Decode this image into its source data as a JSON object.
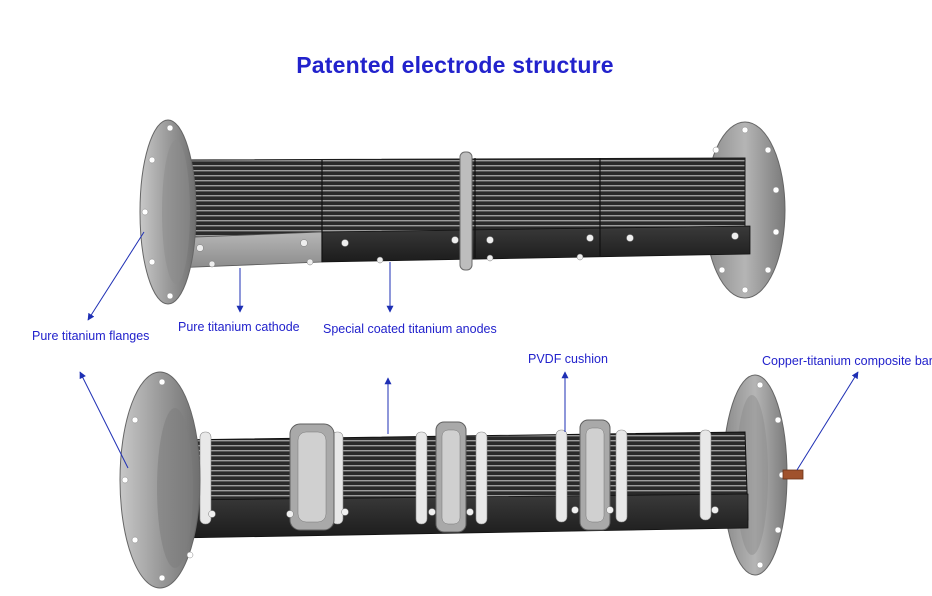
{
  "title": "Patented electrode structure",
  "labels": {
    "flanges": "Pure titanium flanges",
    "cathode": "Pure titanium cathode",
    "anodes": "Special coated titanium anodes",
    "cushion": "PVDF cushion",
    "bar": "Copper-titanium composite bar"
  },
  "colors": {
    "text": "#2222cc",
    "arrow": "#1e2fb4",
    "flange": "#9a9a9a",
    "anode": "#2c2c2c",
    "cathode": "#9e9e9e",
    "copper": "#a0522d"
  }
}
